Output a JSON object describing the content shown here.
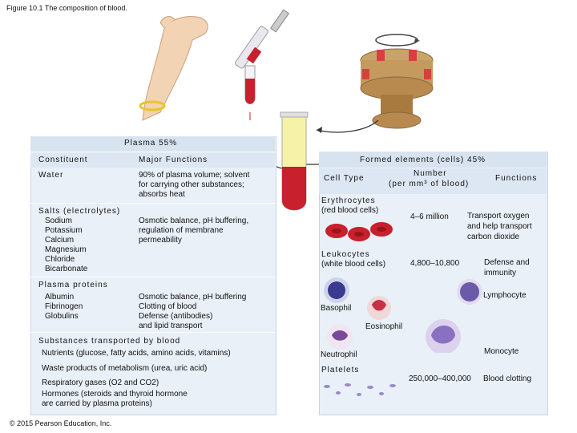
{
  "figure_title": "Figure 10.1 The composition of blood.",
  "copyright": "© 2015 Pearson Education, Inc.",
  "plasma": {
    "title": "Plasma 55%",
    "col_constituent": "Constituent",
    "col_functions": "Major Functions",
    "water": {
      "name": "Water",
      "functions": [
        "90% of plasma volume; solvent",
        "for carrying other substances;",
        "absorbs heat"
      ]
    },
    "salts": {
      "name": "Salts (electrolytes)",
      "items": [
        "Sodium",
        "Potassium",
        "Calcium",
        "Magnesium",
        "Chloride",
        "Bicarbonate"
      ],
      "functions": [
        "Osmotic balance, pH buffering,",
        "regulation of membrane",
        "permeability"
      ]
    },
    "proteins": {
      "name": "Plasma proteins",
      "items": [
        "Albumin",
        "Fibrinogen",
        "Globulins"
      ],
      "functions": [
        "Osmotic balance, pH buffering",
        "Clotting of blood",
        "Defense (antibodies)",
        "and lipid transport"
      ]
    },
    "substances": {
      "name": "Substances transported by blood",
      "lines": [
        "Nutrients (glucose, fatty acids, amino acids, vitamins)",
        "Waste products of metabolism (urea, uric acid)"
      ],
      "respiratory": "Respiratory gases (O2 and CO2)",
      "hormones": [
        "Hormones (steroids and thyroid hormone",
        "are carried by plasma proteins)"
      ]
    }
  },
  "formed": {
    "title": "Formed elements (cells) 45%",
    "col_type": "Cell Type",
    "col_number": [
      "Number",
      "(per mm³ of blood)"
    ],
    "col_functions": "Functions",
    "erythrocytes": {
      "name": "Erythrocytes",
      "sub": "(red blood cells)",
      "number": "4–6 million",
      "functions": [
        "Transport oxygen",
        "and help transport",
        "carbon dioxide"
      ]
    },
    "leukocytes": {
      "name": "Leukocytes",
      "sub": "(white blood cells)",
      "number": "4,800–10,800",
      "functions": [
        "Defense and",
        "immunity"
      ]
    },
    "cells": {
      "lymphocyte": "Lymphocyte",
      "basophil": "Basophil",
      "eosinophil": "Eosinophil",
      "neutrophil": "Neutrophil",
      "monocyte": "Monocyte"
    },
    "platelets": {
      "name": "Platelets",
      "number": "250,000–400,000",
      "function": "Blood clotting"
    }
  },
  "colors": {
    "panel": "#e9f0f8",
    "blood": "#c8202c",
    "plasma_yellow": "#f5ef9a",
    "cell_purple": "#6a5aa8"
  }
}
